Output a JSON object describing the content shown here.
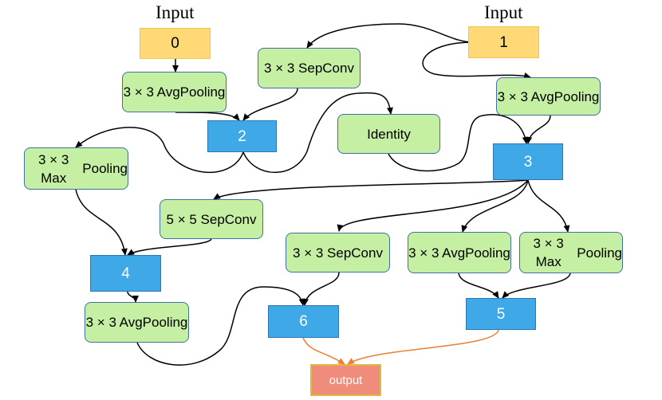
{
  "inputs": {
    "left_title": "Input",
    "right_title": "Input",
    "node0": "0",
    "node1": "1"
  },
  "ops": {
    "avg_pool_top_left": [
      "3 × 3 Avg",
      "Pooling"
    ],
    "sep_conv_top": [
      "3 × 3 Sep",
      "Conv"
    ],
    "avg_pool_top_right": [
      "3 × 3 Avg",
      "Pooling"
    ],
    "identity": "Identity",
    "max_pool_left": [
      "3 × 3 Max",
      "Pooling"
    ],
    "sep_conv_5x5": [
      "5 × 5 Sep",
      "Conv"
    ],
    "sep_conv_mid": [
      "3 × 3 Sep",
      "Conv"
    ],
    "avg_pool_mid_right": [
      "3 × 3 Avg",
      "Pooling"
    ],
    "max_pool_right": [
      "3 × 3 Max",
      "Pooling"
    ],
    "avg_pool_bottom_left": [
      "3 × 3 Avg",
      "Pooling"
    ]
  },
  "cells": {
    "n2": "2",
    "n3": "3",
    "n4": "4",
    "n5": "5",
    "n6": "6"
  },
  "output_label": "output",
  "colors": {
    "op_fill": "#c5efa2",
    "op_border": "#41719c",
    "cell_fill": "#3fa9e8",
    "input_fill": "#ffd976",
    "output_fill": "#f08c7c",
    "edge": "#000000",
    "output_edge": "#ed7d31"
  }
}
